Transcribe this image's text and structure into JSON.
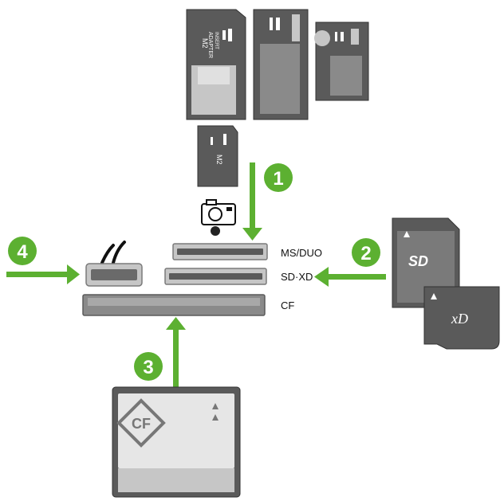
{
  "colors": {
    "arrow": "#5cb031",
    "step_badge": "#5cb031",
    "card_dark": "#5a5a5a",
    "card_mid": "#8a8a8a",
    "card_light": "#c6c6c6",
    "slot": "#7a7a7a"
  },
  "steps": [
    {
      "number": "1",
      "target": "MS/DUO slot"
    },
    {
      "number": "2",
      "target": "SD·XD slot"
    },
    {
      "number": "3",
      "target": "CF slot"
    },
    {
      "number": "4",
      "target": "Wireless port"
    }
  ],
  "slots": {
    "ms_duo_label": "MS/DUO",
    "sd_xd_label": "SD·XD",
    "cf_label": "CF"
  },
  "cards": {
    "m2_adapter_title": "M2",
    "m2_adapter_subtitle": "ADAPTER",
    "m2_adapter_insert": "INSERT",
    "m2_card_label": "M2",
    "sd_logo": "SD",
    "xd_logo": "xD",
    "cf_logo": "CF"
  },
  "icons": {
    "camera": "camera-icon",
    "wireless": "wireless-icon",
    "memory_stick": "memory-stick-logo-icon"
  }
}
